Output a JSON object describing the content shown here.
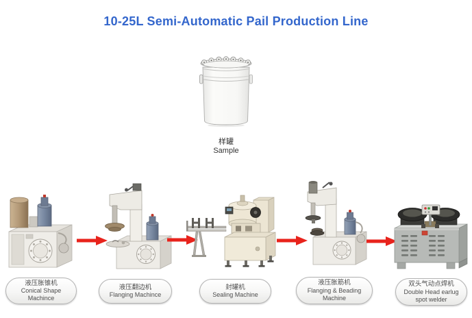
{
  "title": "10-25L Semi-Automatic Pail Production Line",
  "sample": {
    "cn": "样罐",
    "en": "Sample"
  },
  "machines": [
    {
      "id": "conical-shape-machine",
      "label_lines": [
        "液压胀锥机",
        "Conical Shape",
        "Machince"
      ]
    },
    {
      "id": "flanging-machine",
      "label_lines": [
        "液压翻边机",
        "Flanging Machince"
      ]
    },
    {
      "id": "sealing-machine",
      "label_lines": [
        "封罐机",
        "Sealing Machine"
      ]
    },
    {
      "id": "flanging-beading-machine",
      "label_lines": [
        "液压胀筋机",
        "Flanging & Beading",
        "Machine"
      ]
    },
    {
      "id": "double-head-spot-welder",
      "label_lines": [
        "双头气动点焊机",
        "Double Head earlug",
        "spot welder"
      ]
    }
  ],
  "colors": {
    "title_blue": "#3366cc",
    "arrow_red": "#e8231c",
    "label_text": "#4d4d4d"
  }
}
